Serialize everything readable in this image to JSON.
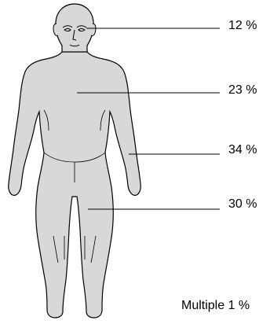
{
  "colors": {
    "body_fill": "#d8d8d8",
    "body_stroke": "#000000",
    "leader_line": "#000000",
    "text": "#000000"
  },
  "regions": [
    {
      "key": "head",
      "name": "head-region",
      "label": "12 %",
      "percent": 12
    },
    {
      "key": "torso",
      "name": "torso-region",
      "label": "23 %",
      "percent": 23
    },
    {
      "key": "arms",
      "name": "arms-region",
      "label": "34 %",
      "percent": 34
    },
    {
      "key": "legs",
      "name": "legs-region",
      "label": "30 %",
      "percent": 30
    }
  ],
  "multiple": {
    "label": "Multiple 1 %",
    "percent": 1
  }
}
